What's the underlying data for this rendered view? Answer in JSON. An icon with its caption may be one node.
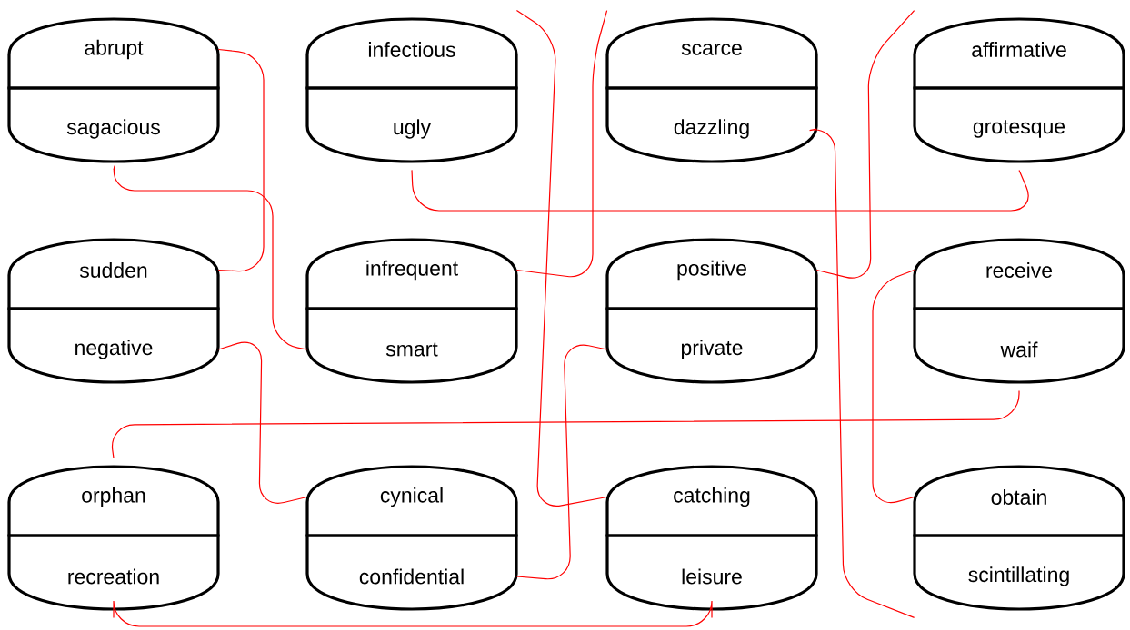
{
  "diagram": {
    "nodes": [
      {
        "text": [
          "abrupt"
        ]
      },
      {
        "text": [
          "sagacious"
        ]
      },
      {
        "text": [
          "infectious"
        ]
      },
      {
        "text": [
          "ugly"
        ]
      },
      {
        "text": [
          "scarce"
        ]
      },
      {
        "text": [
          "dazzling"
        ]
      },
      {
        "text": [
          "affirmative"
        ]
      },
      {
        "text": [
          "grotesque"
        ]
      },
      {
        "text": [
          "sudden"
        ]
      },
      {
        "text": [
          "negative"
        ]
      },
      {
        "text": [
          "infrequent"
        ]
      },
      {
        "text": [
          "smart"
        ]
      },
      {
        "text": [
          "positive"
        ]
      },
      {
        "text": [
          "private"
        ]
      },
      {
        "text": [
          "receive"
        ]
      },
      {
        "text": [
          "waif"
        ]
      },
      {
        "text": [
          "orphan"
        ]
      },
      {
        "text": [
          "recreation"
        ]
      },
      {
        "text": [
          "cynical"
        ]
      },
      {
        "text": [
          "confidential"
        ]
      },
      {
        "text": [
          "catching"
        ]
      },
      {
        "text": [
          "leisure"
        ]
      },
      {
        "text": [
          "obtain"
        ]
      },
      {
        "text": [
          "scintillating"
        ]
      }
    ],
    "edges": [
      {
        "from": 0,
        "to": 8,
        "arrow": "none",
        "color": "#ff0000"
      },
      {
        "from": 1,
        "to": 11,
        "arrow": "none",
        "color": "#ff0000"
      },
      {
        "from": 2,
        "to": 20,
        "arrow": "none",
        "color": "#ff0000"
      },
      {
        "from": 3,
        "to": 7,
        "arrow": "none",
        "color": "#ff0000"
      },
      {
        "from": 4,
        "to": 10,
        "arrow": "none",
        "color": "#ff0000"
      },
      {
        "from": 5,
        "to": 23,
        "arrow": "none",
        "color": "#ff0000"
      },
      {
        "from": 6,
        "to": 12,
        "arrow": "none",
        "color": "#ff0000"
      },
      {
        "from": 9,
        "to": 18,
        "arrow": "none",
        "color": "#ff0000"
      },
      {
        "from": 13,
        "to": 19,
        "arrow": "none",
        "color": "#ff0000"
      },
      {
        "from": 14,
        "to": 22,
        "arrow": "none",
        "color": "#ff0000"
      },
      {
        "from": 15,
        "to": 16,
        "arrow": "none",
        "color": "#ff0000"
      },
      {
        "from": 17,
        "to": 21,
        "arrow": "none",
        "color": "#ff0000"
      }
    ]
  }
}
